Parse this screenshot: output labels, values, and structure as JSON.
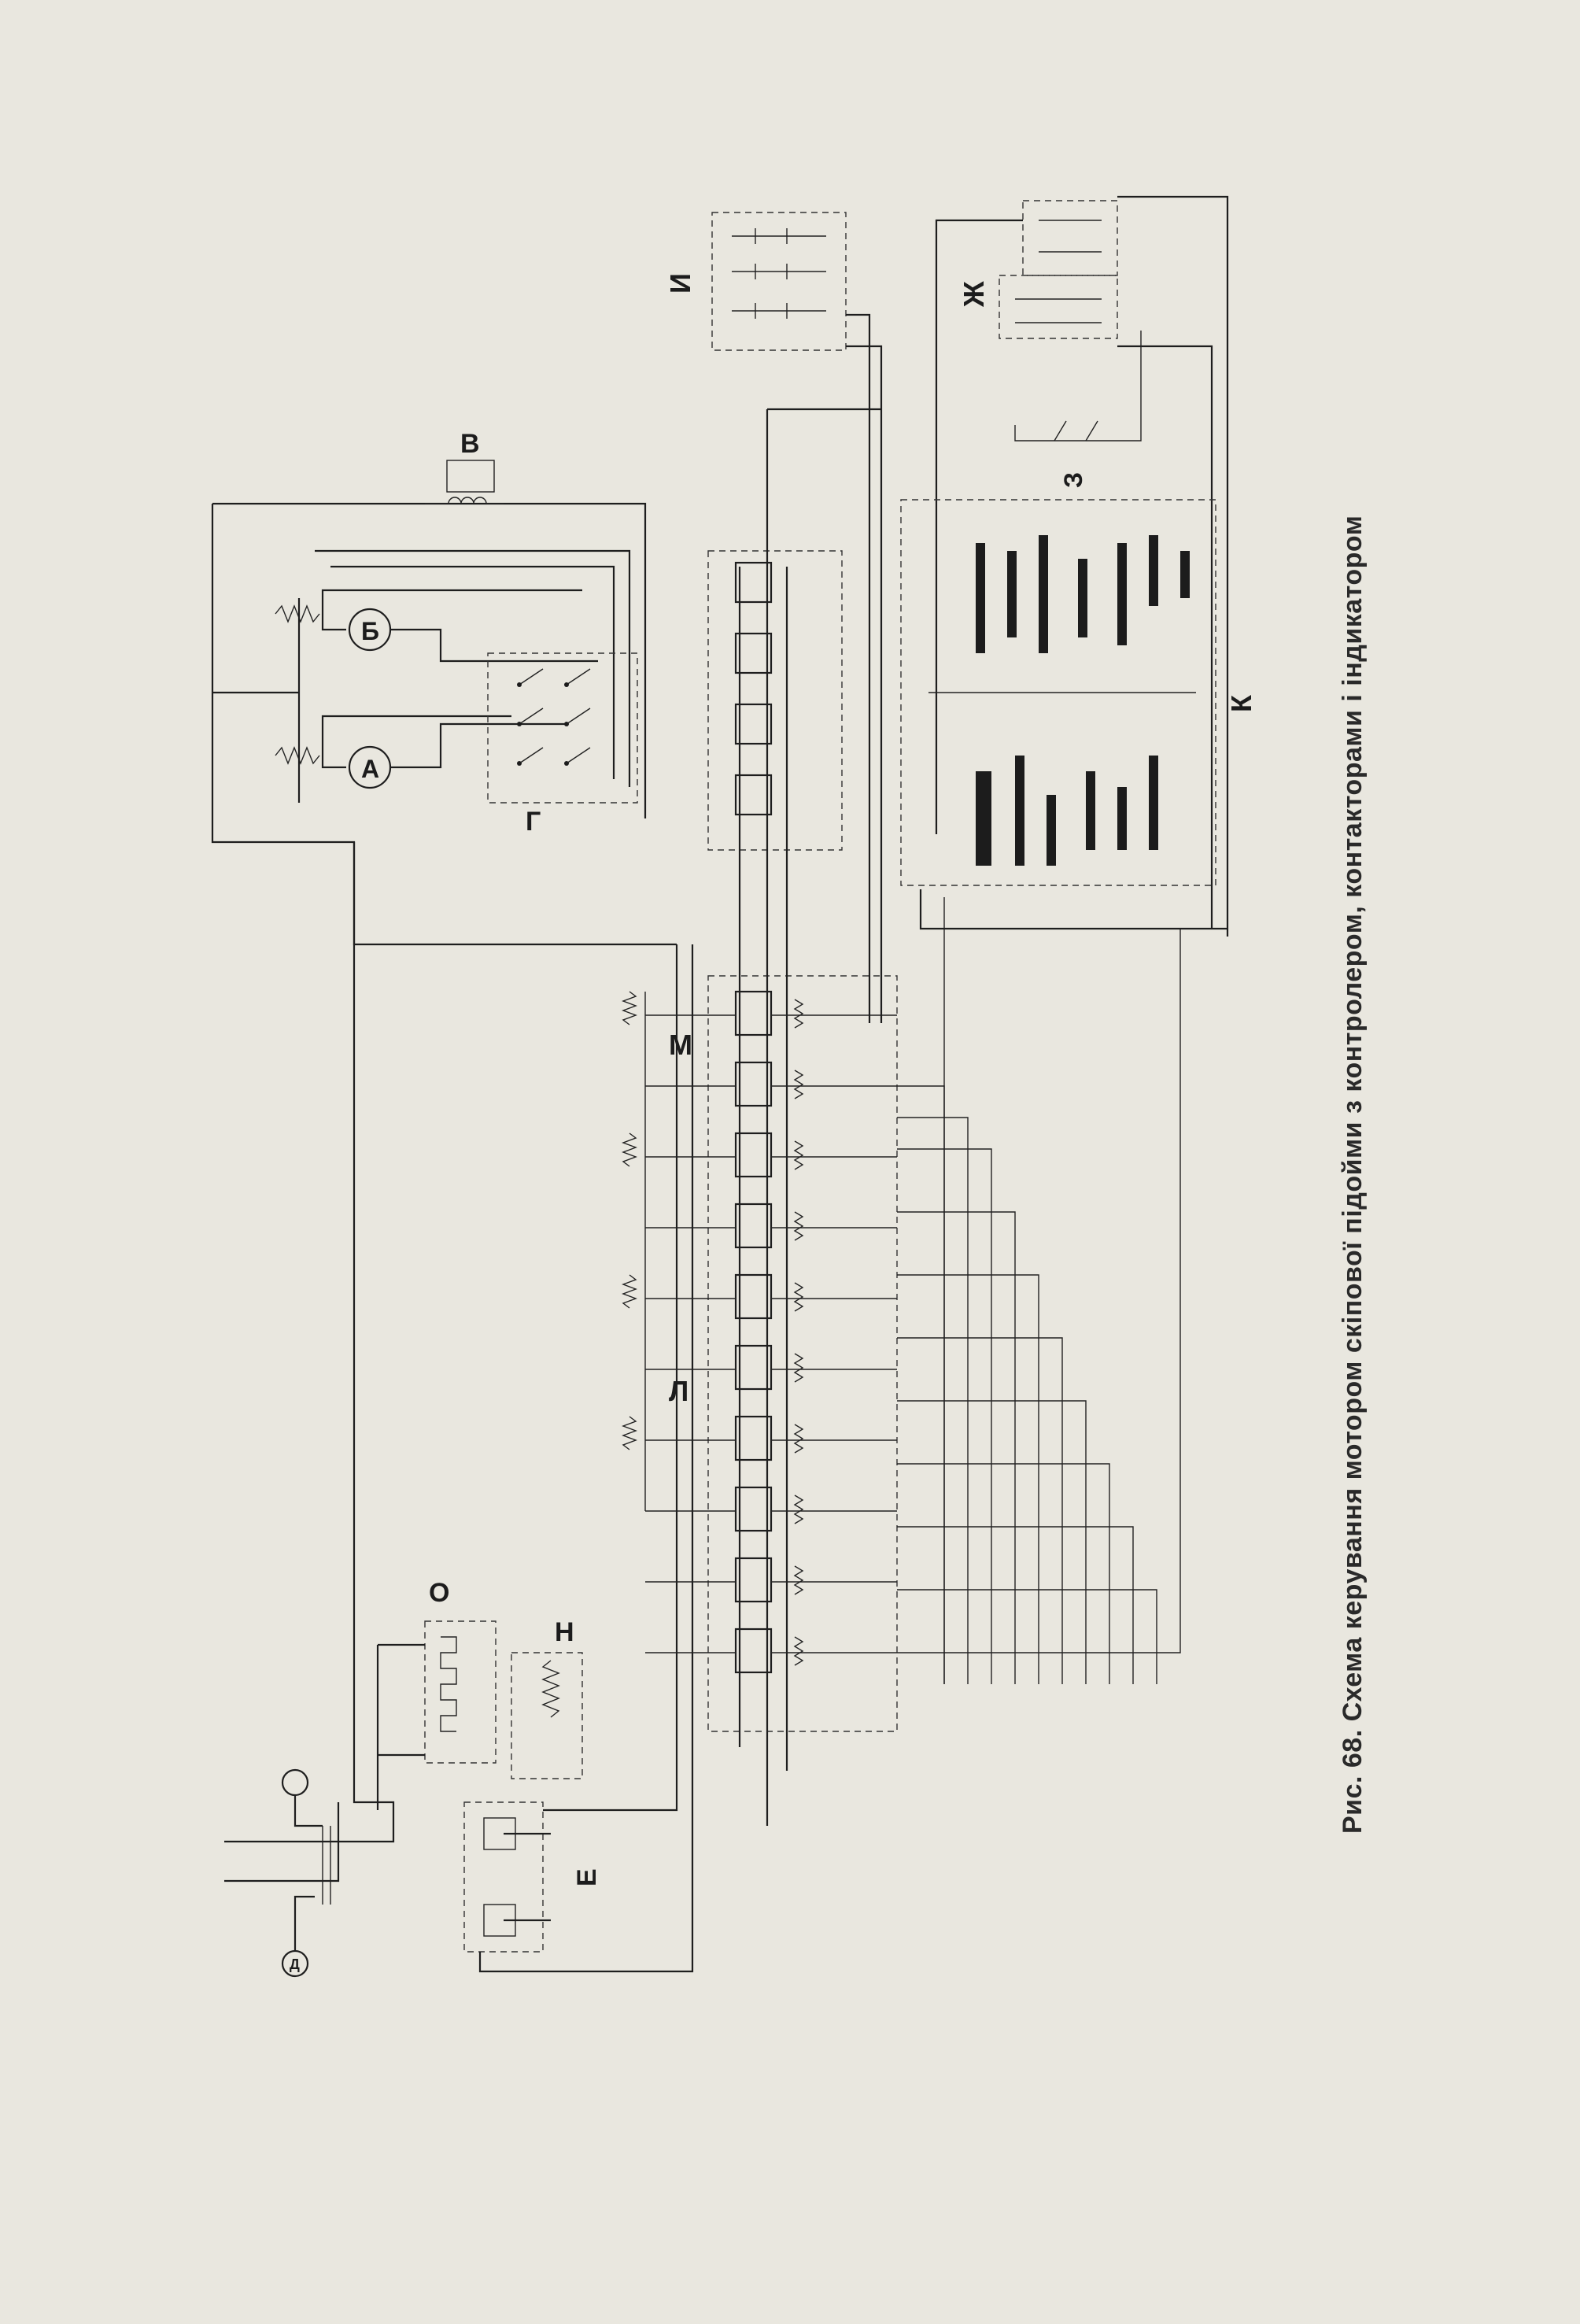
{
  "caption": "Рис. 68. Схема керування мотором скіпової підойми з контролером, контакторами і індикатором",
  "labels": {
    "A": "А",
    "B": "Б",
    "V": "В",
    "G": "Г",
    "D": "Д",
    "E": "Е",
    "ZH": "Ж",
    "Z": "З",
    "I": "И",
    "K": "К",
    "L": "Л",
    "M": "М",
    "N": "Н",
    "O": "О"
  },
  "colors": {
    "paper": "#e9e7df",
    "ink": "#1e1e1e"
  }
}
